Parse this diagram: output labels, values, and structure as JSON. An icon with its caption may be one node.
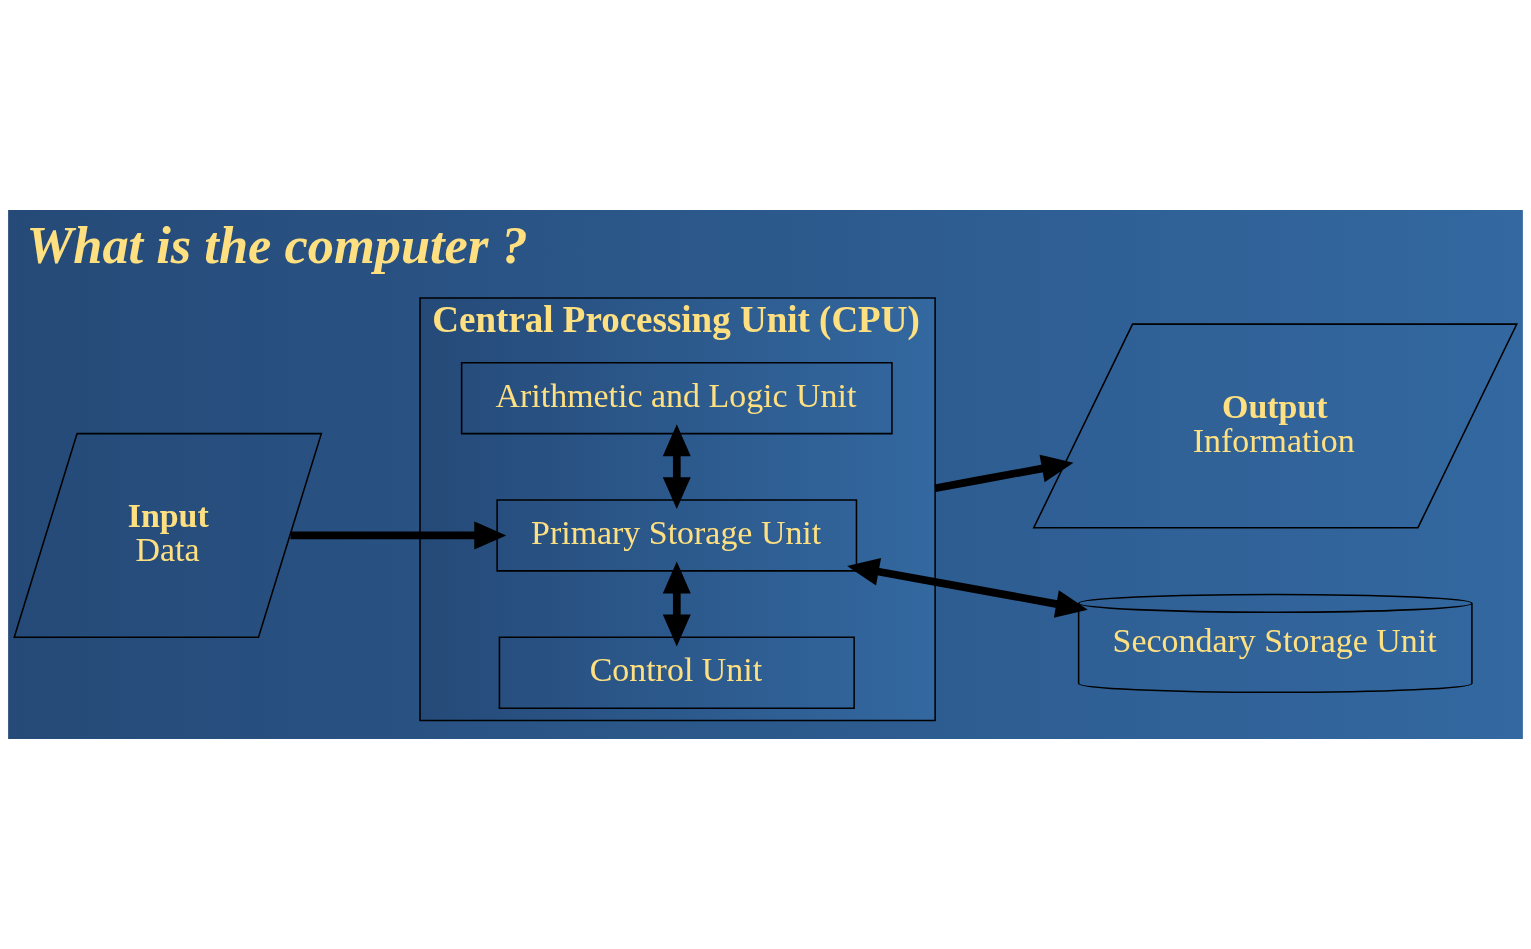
{
  "diagram": {
    "title": "What is the computer ?",
    "nodes": [
      {
        "text": [
          "Input",
          "Data"
        ]
      },
      {
        "text": [
          "Central Processing Unit (CPU)"
        ]
      },
      {
        "text": [
          "Control Unit"
        ],
        "in": 1
      },
      {
        "text": [
          "Primary Storage Unit"
        ],
        "in": 1
      },
      {
        "text": [
          "Arithmetic and Logic Unit"
        ],
        "in": 1
      },
      {
        "text": [
          "Output",
          "Information"
        ]
      },
      {
        "text": [
          "Secondary Storage Unit"
        ]
      }
    ],
    "edges": [
      {
        "from": 0,
        "to": 3,
        "arrow": "to"
      },
      {
        "from": 2,
        "to": 3,
        "arrow": "both"
      },
      {
        "from": 3,
        "to": 4,
        "arrow": "both"
      },
      {
        "from": 1,
        "to": 5,
        "arrow": "to"
      },
      {
        "from": 3,
        "to": 6,
        "arrow": "both"
      }
    ]
  }
}
